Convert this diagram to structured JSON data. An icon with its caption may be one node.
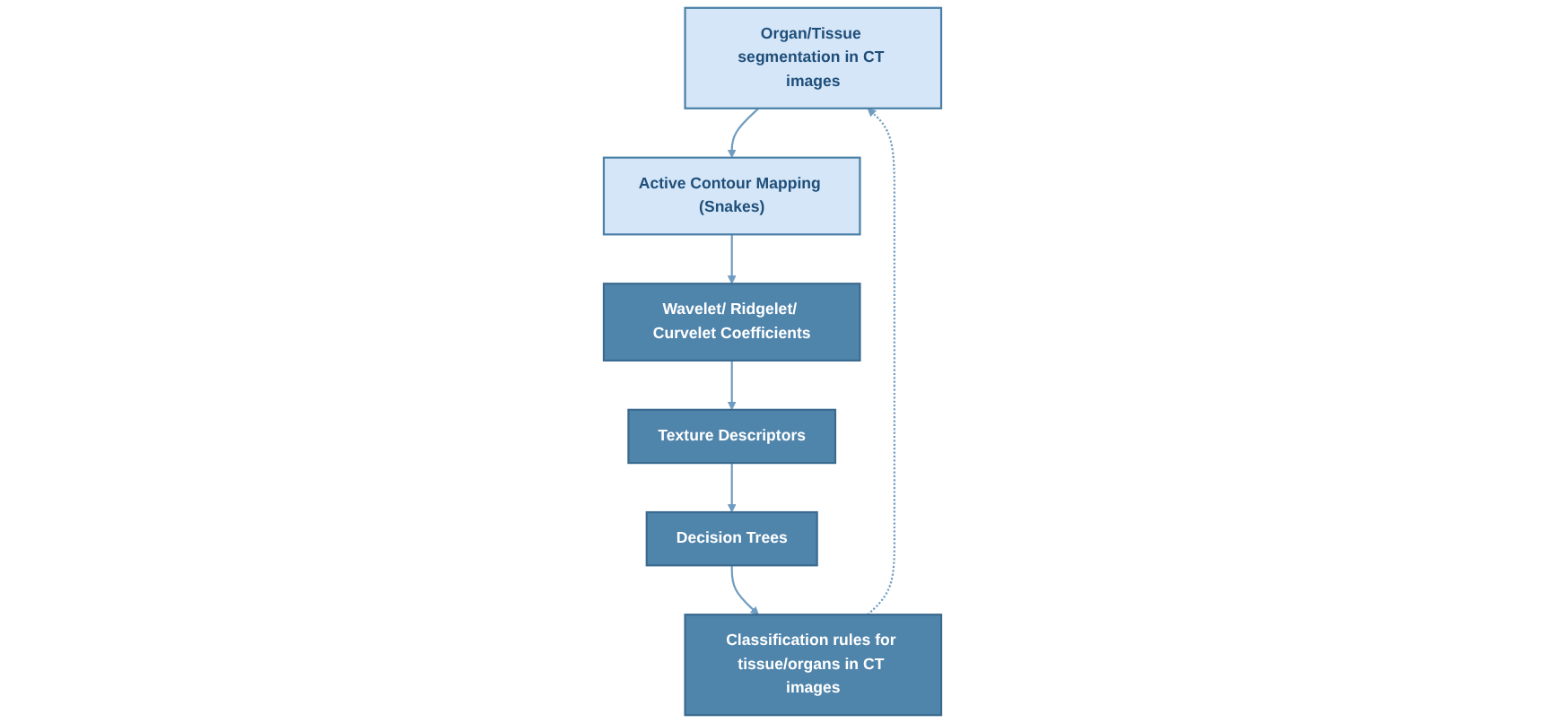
{
  "diagram": {
    "nodes": [
      {
        "text": [
          "Organ/Tissue segmentation in CT images"
        ]
      },
      {
        "text": [
          "Active Contour Mapping (Snakes)"
        ]
      },
      {
        "text": [
          "Wavelet/ Ridgelet/ Curvelet Coefficients"
        ]
      },
      {
        "text": [
          "Texture Descriptors"
        ]
      },
      {
        "text": [
          "Decision Trees"
        ]
      },
      {
        "text": [
          "Classification rules for tissue/organs in CT images"
        ]
      }
    ],
    "edges": [
      {
        "from": 0,
        "to": 1,
        "arrow": "to"
      },
      {
        "from": 1,
        "to": 2,
        "arrow": "to"
      },
      {
        "from": 2,
        "to": 3,
        "arrow": "to"
      },
      {
        "from": 3,
        "to": 4,
        "arrow": "to"
      },
      {
        "from": 4,
        "to": 5,
        "arrow": "to"
      },
      {
        "from": 5,
        "to": 0,
        "arrow": "to",
        "style": "dashed"
      }
    ]
  }
}
